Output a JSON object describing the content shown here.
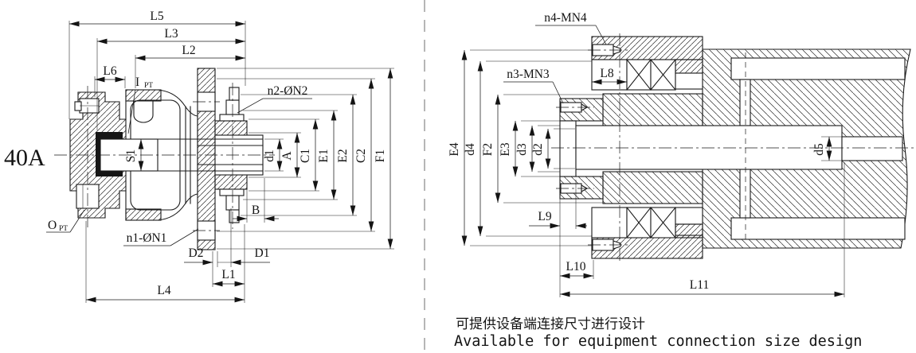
{
  "title": {
    "model": "40A"
  },
  "left_view": {
    "dims": {
      "L5": "L5",
      "L3": "L3",
      "L2": "L2",
      "L6": "L6",
      "S1": "S1",
      "B": "B",
      "D2": "D2",
      "D1": "D1",
      "L1": "L1",
      "L4": "L4",
      "d1": "d1",
      "A": "A",
      "C1": "C1",
      "E1": "E1",
      "E2": "E2",
      "C2": "C2",
      "F1": "F1"
    },
    "callouts": {
      "inlet": "I",
      "inlet_sub": "PT",
      "outlet": "O",
      "outlet_sub": "PT",
      "front_bolt_circle": "n2-ØN2",
      "rear_bolt_circle": "n1-ØN1"
    }
  },
  "right_view": {
    "dims": {
      "L8": "L8",
      "L9": "L9",
      "L10": "L10",
      "L11": "L11",
      "E4": "E4",
      "d4": "d4",
      "F2": "F2",
      "E3": "E3",
      "d3": "d3",
      "d2": "d2",
      "d5": "d5"
    },
    "callouts": {
      "thread_outer": "n4-MN4",
      "thread_inner": "n3-MN3"
    }
  },
  "footer": {
    "note_zh": "可提供设备端连接尺寸进行设计",
    "note_en": "Available for equipment connection size design"
  }
}
